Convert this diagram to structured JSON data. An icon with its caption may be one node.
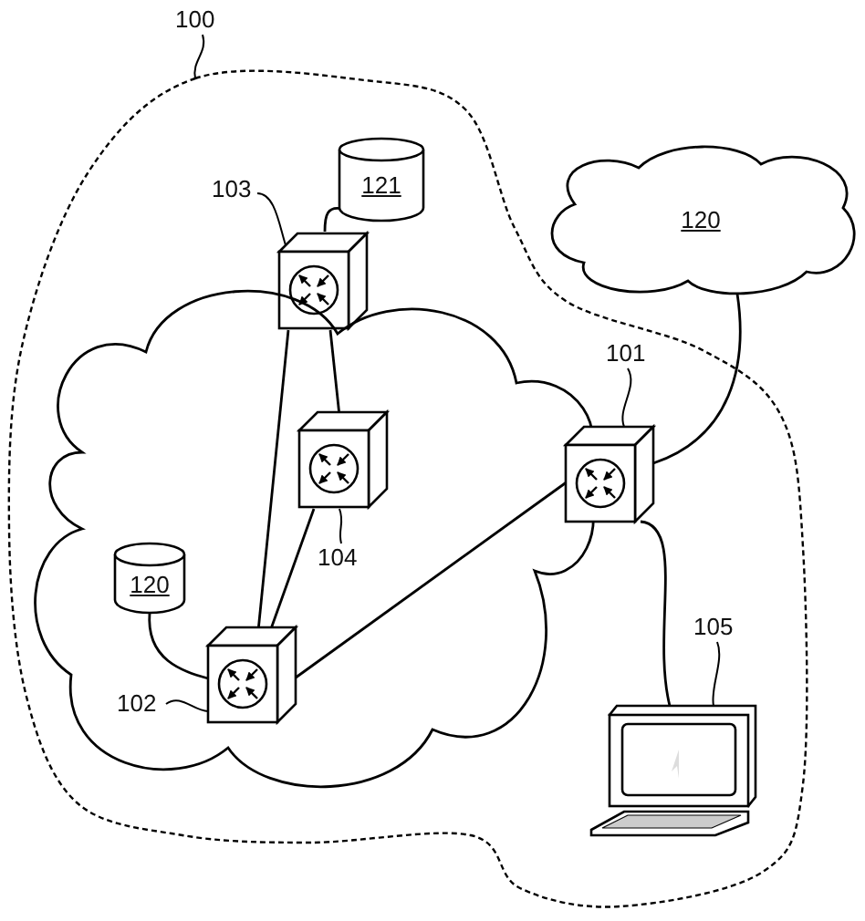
{
  "diagram": {
    "nodes": [
      {
        "text": [
          "100"
        ]
      },
      {
        "text": [],
        "shape": "cloud"
      },
      {
        "text": [
          "121"
        ],
        "in": 1
      },
      {
        "text": [
          "103"
        ],
        "in": 1
      },
      {
        "text": [],
        "shape": "router",
        "in": 1
      },
      {
        "text": [
          "120"
        ]
      },
      {
        "text": [],
        "shape": "cloud",
        "in": 1
      },
      {
        "text": [
          "101"
        ],
        "in": 1
      },
      {
        "text": [],
        "shape": "router",
        "in": 1
      },
      {
        "text": [],
        "shape": "router",
        "in": 6
      },
      {
        "text": [
          "104"
        ],
        "in": 6
      },
      {
        "text": [
          "120"
        ],
        "in": 6
      },
      {
        "text": [],
        "shape": "router",
        "in": 6
      },
      {
        "text": [
          "102"
        ],
        "in": 6
      },
      {
        "text": [
          "105"
        ],
        "in": 1
      },
      {
        "text": [],
        "shape": "laptop",
        "in": 1
      }
    ],
    "edges": [
      {
        "from": 0,
        "to": 1,
        "arrow": "none"
      },
      {
        "from": 3,
        "to": 4,
        "arrow": "none"
      },
      {
        "from": 2,
        "to": 4,
        "arrow": "none"
      },
      {
        "from": 4,
        "to": 12,
        "arrow": "none"
      },
      {
        "from": 4,
        "to": 9,
        "arrow": "none"
      },
      {
        "from": 9,
        "to": 12,
        "arrow": "none"
      },
      {
        "from": 12,
        "to": 8,
        "arrow": "none"
      },
      {
        "from": 11,
        "to": 12,
        "arrow": "none"
      },
      {
        "from": 5,
        "to": 8,
        "arrow": "none"
      },
      {
        "from": 7,
        "to": 8,
        "arrow": "none"
      },
      {
        "from": 9,
        "to": 10,
        "arrow": "none"
      },
      {
        "from": 13,
        "to": 12,
        "arrow": "none"
      },
      {
        "from": 8,
        "to": 15,
        "arrow": "none"
      },
      {
        "from": 14,
        "to": 15,
        "arrow": "none"
      }
    ]
  }
}
